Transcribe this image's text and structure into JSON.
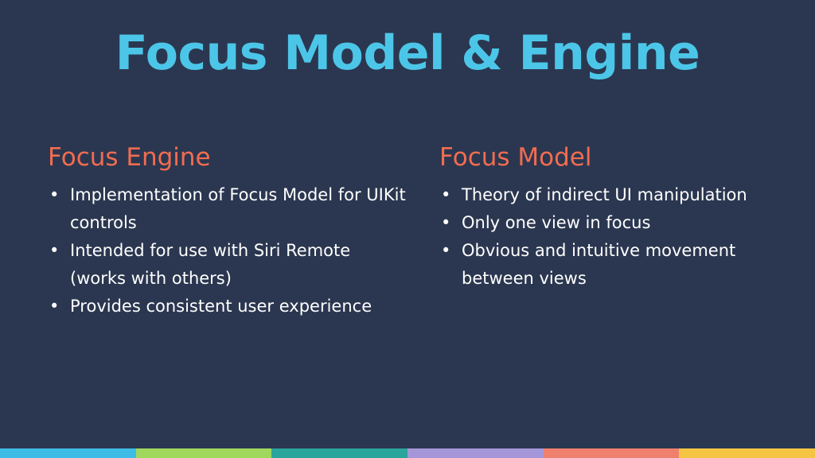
{
  "title": "Focus Model & Engine",
  "left": {
    "heading": "Focus Engine",
    "bullets": [
      "Implementation of Focus Model for UIKit controls",
      "Intended for use with Siri Remote (works with others)",
      "Provides consistent user experience"
    ]
  },
  "right": {
    "heading": "Focus Model",
    "bullets": [
      "Theory of indirect UI manipulation",
      "Only one view in focus",
      "Obvious and intuitive movement between views"
    ]
  },
  "bullet_glyph": "•",
  "colors": {
    "background": "#2b3750",
    "title": "#4cc6e8",
    "heading": "#f26c50",
    "body_text": "#ffffff",
    "bar_segments": [
      "#3dbde6",
      "#9fd85c",
      "#2aa59c",
      "#a596d9",
      "#f0806e",
      "#f5c443"
    ]
  }
}
